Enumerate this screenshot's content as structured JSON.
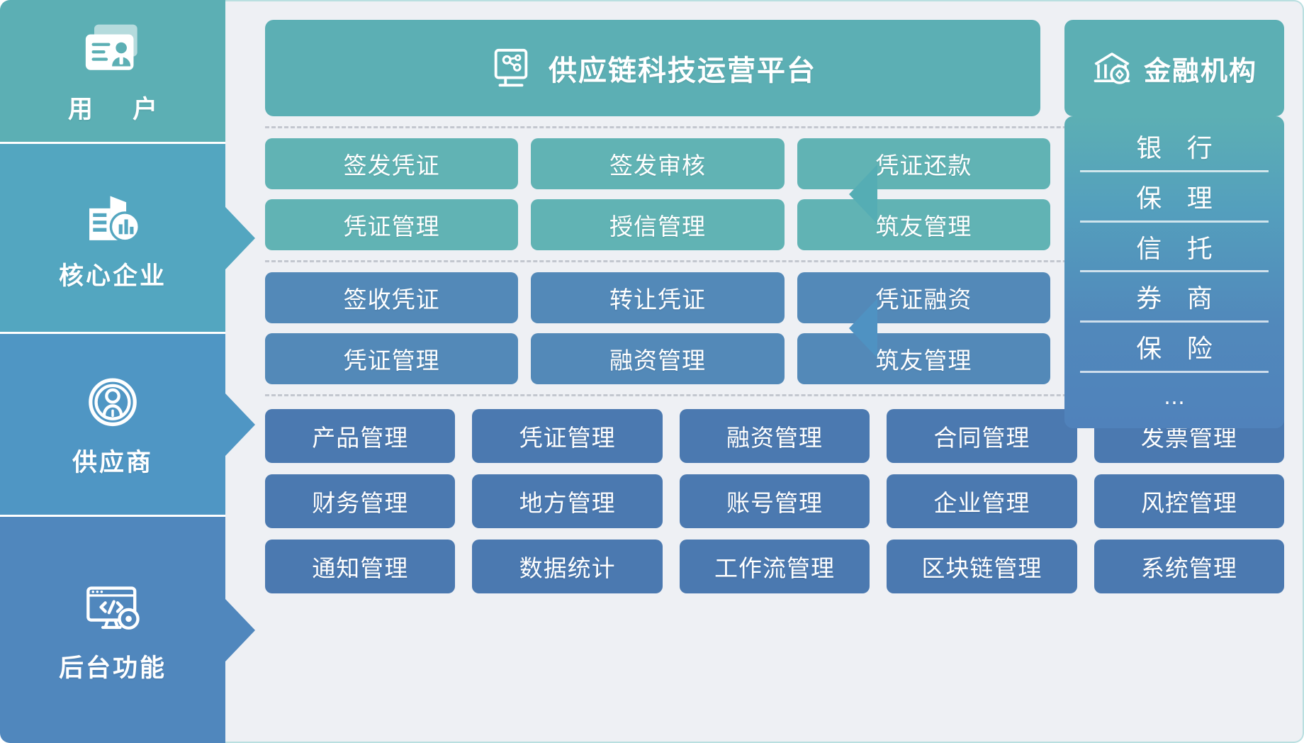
{
  "colors": {
    "teal": "#5cafb4",
    "teal_card": "#61b3b4",
    "blue_card": "#5389b8",
    "blue_card_dark": "#4b79b0",
    "panel_bg": "#eef0f4",
    "panel_border": "#b9dfe0",
    "sidebar_user": "#5cafb4",
    "sidebar_core": "#53a6c0",
    "sidebar_supplier": "#4f96c4",
    "sidebar_backend": "#5087bd"
  },
  "sidebar": {
    "items": [
      {
        "label": "用 户",
        "icon": "id-card-icon"
      },
      {
        "label": "核心企业",
        "icon": "office-building-chart-icon"
      },
      {
        "label": "供应商",
        "icon": "user-circle-icon"
      },
      {
        "label": "后台功能",
        "icon": "monitor-code-gear-icon"
      }
    ]
  },
  "platform": {
    "title": "供应链科技运营平台",
    "icon": "monitor-network-icon"
  },
  "finance": {
    "header": {
      "title": "金融机构",
      "icon": "bank-coin-icon"
    },
    "items": [
      "银 行",
      "保 理",
      "信 托",
      "券 商",
      "保 险",
      "…"
    ]
  },
  "core_enterprise": {
    "rows": [
      [
        "签发凭证",
        "签发审核",
        "凭证还款"
      ],
      [
        "凭证管理",
        "授信管理",
        "筑友管理"
      ]
    ]
  },
  "supplier": {
    "rows": [
      [
        "签收凭证",
        "转让凭证",
        "凭证融资"
      ],
      [
        "凭证管理",
        "融资管理",
        "筑友管理"
      ]
    ]
  },
  "backend": {
    "rows": [
      [
        "产品管理",
        "凭证管理",
        "融资管理",
        "合同管理",
        "发票管理"
      ],
      [
        "财务管理",
        "地方管理",
        "账号管理",
        "企业管理",
        "风控管理"
      ],
      [
        "通知管理",
        "数据统计",
        "工作流管理",
        "区块链管理",
        "系统管理"
      ]
    ]
  }
}
